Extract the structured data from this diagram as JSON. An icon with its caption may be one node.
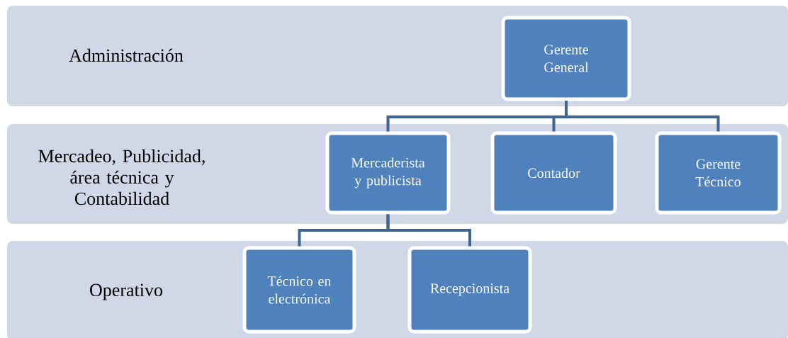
{
  "diagram": {
    "nodes": [
      {
        "text": [
          "Administración"
        ]
      },
      {
        "text": [
          "Gerente General"
        ],
        "in": 0
      },
      {
        "text": [
          "Mercadeo, Publicidad, área técnica y Contabilidad"
        ]
      },
      {
        "text": [
          "Mercaderista y publicista"
        ],
        "in": 2
      },
      {
        "text": [
          "Contador"
        ],
        "in": 2
      },
      {
        "text": [
          "Gerente Técnico"
        ],
        "in": 2
      },
      {
        "text": [
          "Operativo"
        ]
      },
      {
        "text": [
          "Técnico en electrónica"
        ],
        "in": 6
      },
      {
        "text": [
          "Recepcionista"
        ],
        "in": 6
      }
    ],
    "edges": [
      {
        "from": 1,
        "to": 3,
        "arrow": "none"
      },
      {
        "from": 1,
        "to": 4,
        "arrow": "none"
      },
      {
        "from": 1,
        "to": 5,
        "arrow": "none"
      },
      {
        "from": 3,
        "to": 7,
        "arrow": "none"
      },
      {
        "from": 3,
        "to": 8,
        "arrow": "none"
      }
    ]
  }
}
